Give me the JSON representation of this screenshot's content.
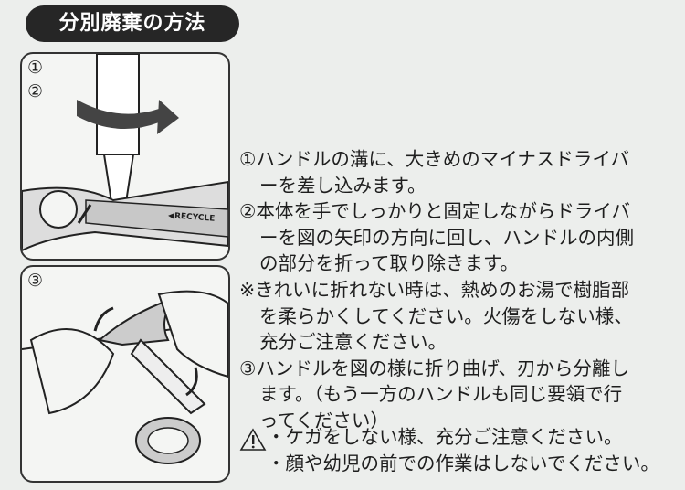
{
  "title": "分別廃棄の方法",
  "panels": [
    {
      "steps": [
        "①",
        "②"
      ],
      "label": "◀RECYCLE"
    },
    {
      "steps": [
        "③"
      ]
    }
  ],
  "instructions": [
    "①ハンドルの溝に、大きめのマイナスドライバ",
    "ーを差し込みます。",
    "②本体を手でしっかりと固定しながらドライバ",
    "ーを図の矢印の方向に回し、ハンドルの内側",
    "の部分を折って取り除きます。",
    "※きれいに折れない時は、熱めのお湯で樹脂部",
    "を柔らかくしてください。火傷をしない様、",
    "充分ご注意ください。",
    "③ハンドルを図の様に折り曲げ、刃から分離し",
    "ます。（もう一方のハンドルも同じ要領で行",
    "ってください）"
  ],
  "warnings": [
    "・ケガをしない様、充分ご注意ください。",
    "・顔や幼児の前での作業はしないでください。"
  ]
}
